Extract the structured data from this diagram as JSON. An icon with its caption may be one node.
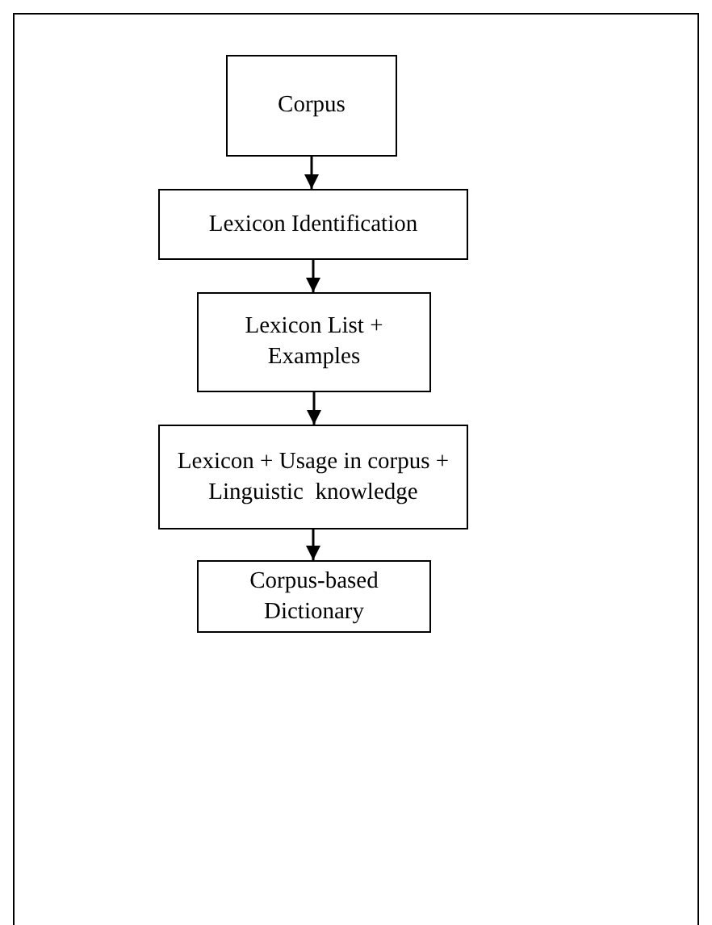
{
  "diagram": {
    "nodes": [
      {
        "text": [
          "Corpus"
        ]
      },
      {
        "text": [
          "Lexicon Identification"
        ]
      },
      {
        "text": [
          "Lexicon List + Examples"
        ]
      },
      {
        "text": [
          "Lexicon + Usage in corpus + Linguistic  knowledge"
        ]
      },
      {
        "text": [
          "Corpus-based Dictionary"
        ]
      }
    ],
    "edges": [
      {
        "from": 0,
        "to": 1,
        "arrow": "to"
      },
      {
        "from": 1,
        "to": 2,
        "arrow": "to"
      },
      {
        "from": 2,
        "to": 3,
        "arrow": "to"
      },
      {
        "from": 3,
        "to": 4,
        "arrow": "to"
      }
    ]
  }
}
